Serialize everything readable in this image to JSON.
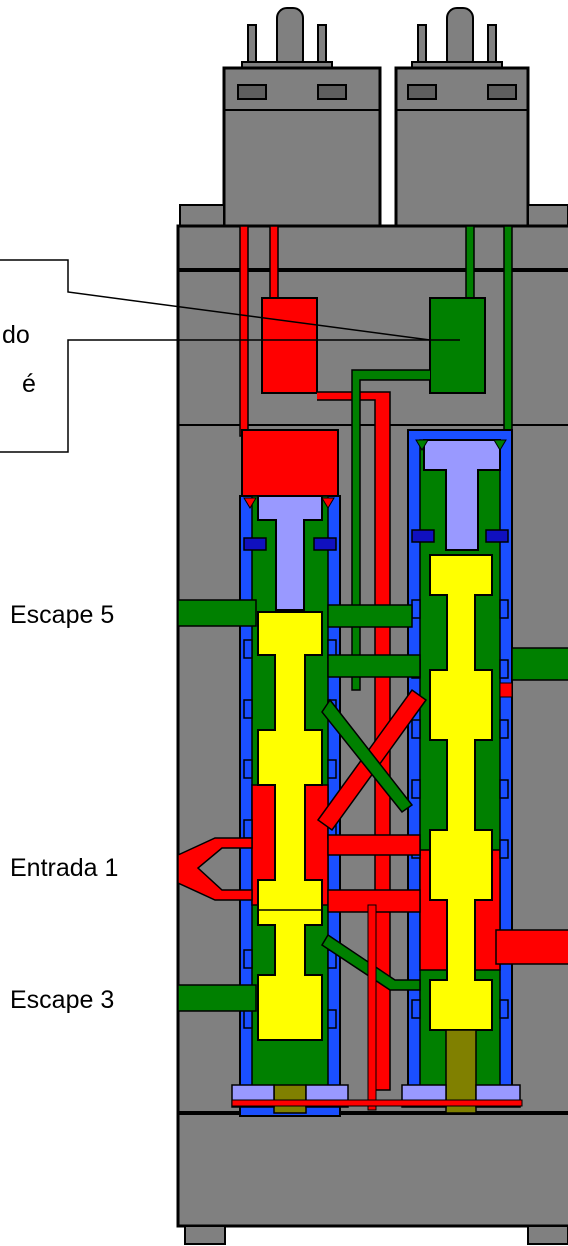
{
  "labels": {
    "escape5": "Escape 5",
    "entrada1": "Entrada 1",
    "escape3": "Escape 3",
    "callout_fragment_1": "do",
    "callout_fragment_2": "é"
  },
  "colors": {
    "body": "#808080",
    "body_dark": "#5e5e5e",
    "outline": "#000000",
    "pressure": "#ff0000",
    "exhaust": "#008000",
    "spool": "#ffff00",
    "piston": "#9999ff",
    "seal": "#0066ff",
    "dark_seal": "#1010c0",
    "stem": "#808000",
    "marker": "#ff0000"
  },
  "icons": {
    "solenoid_left": "solenoid-pilot-icon",
    "solenoid_right": "solenoid-pilot-icon",
    "spool_left": "spool-valve-icon",
    "spool_right": "spool-valve-icon"
  }
}
